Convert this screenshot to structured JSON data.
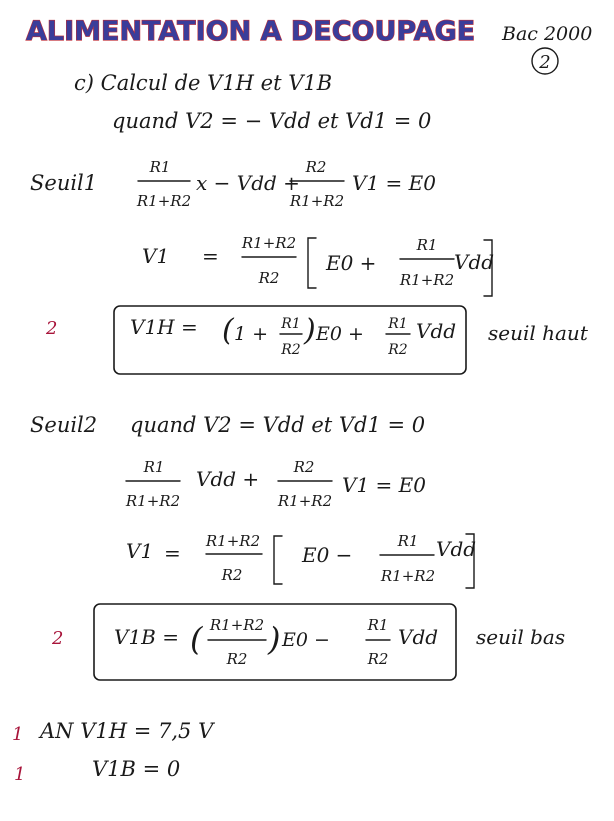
{
  "title": "ALIMENTATION A DECOUPAGE",
  "corner": {
    "line1": "Bac 2000",
    "page_number": "2"
  },
  "intro": {
    "step": "c)  Calcul de V1H et V1B",
    "condition": "quand V2 = − Vdd   et Vd1 = 0"
  },
  "seuil1": {
    "label": "Seuil1",
    "eq1": {
      "f1_num": "R1",
      "f1_den": "R1+R2",
      "t1": "x − Vdd  +",
      "f2_num": "R2",
      "f2_den": "R1+R2",
      "t2": "V1  =  E0"
    },
    "eq2": {
      "lhs": "V1",
      "eq": "=",
      "f_num": "R1+R2",
      "f_den": "R2",
      "t1": "E0  +",
      "g_num": "R1",
      "g_den": "R1+R2",
      "t2": "Vdd"
    },
    "result": {
      "mark": "2",
      "lhs": "V1H  =",
      "t1": "1  +",
      "f_num": "R1",
      "f_den": "R2",
      "t2": "E0   +",
      "g_num": "R1",
      "g_den": "R2",
      "t3": "Vdd",
      "note": "seuil haut"
    }
  },
  "seuil2": {
    "label": "Seuil2",
    "condition": "quand V2 = Vdd et Vd1 = 0",
    "eq1": {
      "f1_num": "R1",
      "f1_den": "R1+R2",
      "t1": "Vdd   +",
      "f2_num": "R2",
      "f2_den": "R1+R2",
      "t2": "V1  =  E0"
    },
    "eq2": {
      "lhs": "V1",
      "eq": "=",
      "f_num": "R1+R2",
      "f_den": "R2",
      "t1": "E0   −",
      "g_num": "R1",
      "g_den": "R1+R2",
      "t2": "Vdd"
    },
    "result": {
      "mark": "2",
      "lhs": "V1B =",
      "f_num": "R1+R2",
      "f_den": "R2",
      "t1": "E0   −",
      "g_num": "R1",
      "g_den": "R2",
      "t2": "Vdd",
      "note": "seuil bas"
    }
  },
  "an": [
    {
      "mark": "1",
      "text": "AN   V1H  =  7,5 V"
    },
    {
      "mark": "1",
      "text": "V1B  =   0"
    }
  ]
}
